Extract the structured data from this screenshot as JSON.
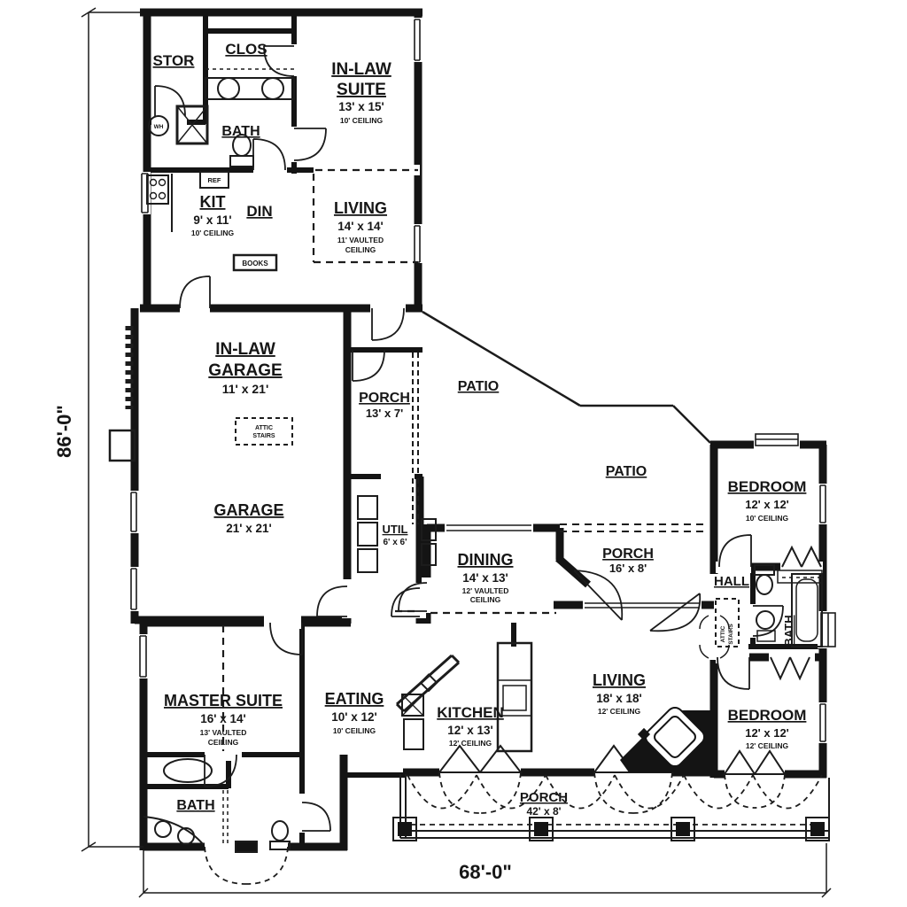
{
  "plan": {
    "dimensions": {
      "height_label": "86'-0\"",
      "width_label": "68'-0\""
    },
    "rooms": {
      "stor": {
        "name": "STOR"
      },
      "clos": {
        "name": "CLOS"
      },
      "inlaw_suite": {
        "name1": "IN-LAW",
        "name2": "SUITE",
        "size": "13' x 15'",
        "ceiling": "10' CEILING"
      },
      "bath_inlaw": {
        "name": "BATH"
      },
      "kit": {
        "name": "KIT",
        "size": "9' x 11'",
        "ceiling": "10' CEILING"
      },
      "din": {
        "name": "DIN"
      },
      "living_inlaw": {
        "name": "LIVING",
        "size": "14' x 14'",
        "ceiling1": "11' VAULTED",
        "ceiling2": "CEILING"
      },
      "inlaw_garage": {
        "name1": "IN-LAW",
        "name2": "GARAGE",
        "size": "11' x 21'"
      },
      "porch_side": {
        "name": "PORCH",
        "size": "13' x 7'"
      },
      "patio_upper": {
        "name": "PATIO"
      },
      "patio_lower": {
        "name": "PATIO"
      },
      "garage": {
        "name": "GARAGE",
        "size": "21' x 21'"
      },
      "util": {
        "name": "UTIL",
        "size": "6' x 6'"
      },
      "dining": {
        "name": "DINING",
        "size": "14' x 13'",
        "ceiling1": "12' VAULTED",
        "ceiling2": "CEILING"
      },
      "porch_rear": {
        "name": "PORCH",
        "size": "16' x 8'"
      },
      "bedroom_top": {
        "name": "BEDROOM",
        "size": "12' x 12'",
        "ceiling": "10' CEILING"
      },
      "hall": {
        "name": "HALL"
      },
      "bath_hall": {
        "name": "BATH"
      },
      "master_suite": {
        "name": "MASTER SUITE",
        "size": "16' x 14'",
        "ceiling1": "13' VAULTED",
        "ceiling2": "CEILING"
      },
      "eating": {
        "name": "EATING",
        "size": "10' x 12'",
        "ceiling": "10' CEILING"
      },
      "kitchen": {
        "name": "KITCHEN",
        "size": "12' x 13'",
        "ceiling": "12' CEILING"
      },
      "living_main": {
        "name": "LIVING",
        "size": "18' x 18'",
        "ceiling": "12' CEILING"
      },
      "bedroom_bot": {
        "name": "BEDROOM",
        "size": "12' x 12'",
        "ceiling": "12' CEILING"
      },
      "bath_master": {
        "name": "BATH"
      },
      "porch_front": {
        "name": "PORCH",
        "size": "42' x 8'"
      }
    },
    "annotations": {
      "attic1_line1": "ATTIC",
      "attic1_line2": "STAIRS",
      "attic2_line1": "ATTIC",
      "attic2_line2": "STAIRS",
      "books": "BOOKS",
      "water_heater": "WH",
      "ref": "REF"
    }
  }
}
